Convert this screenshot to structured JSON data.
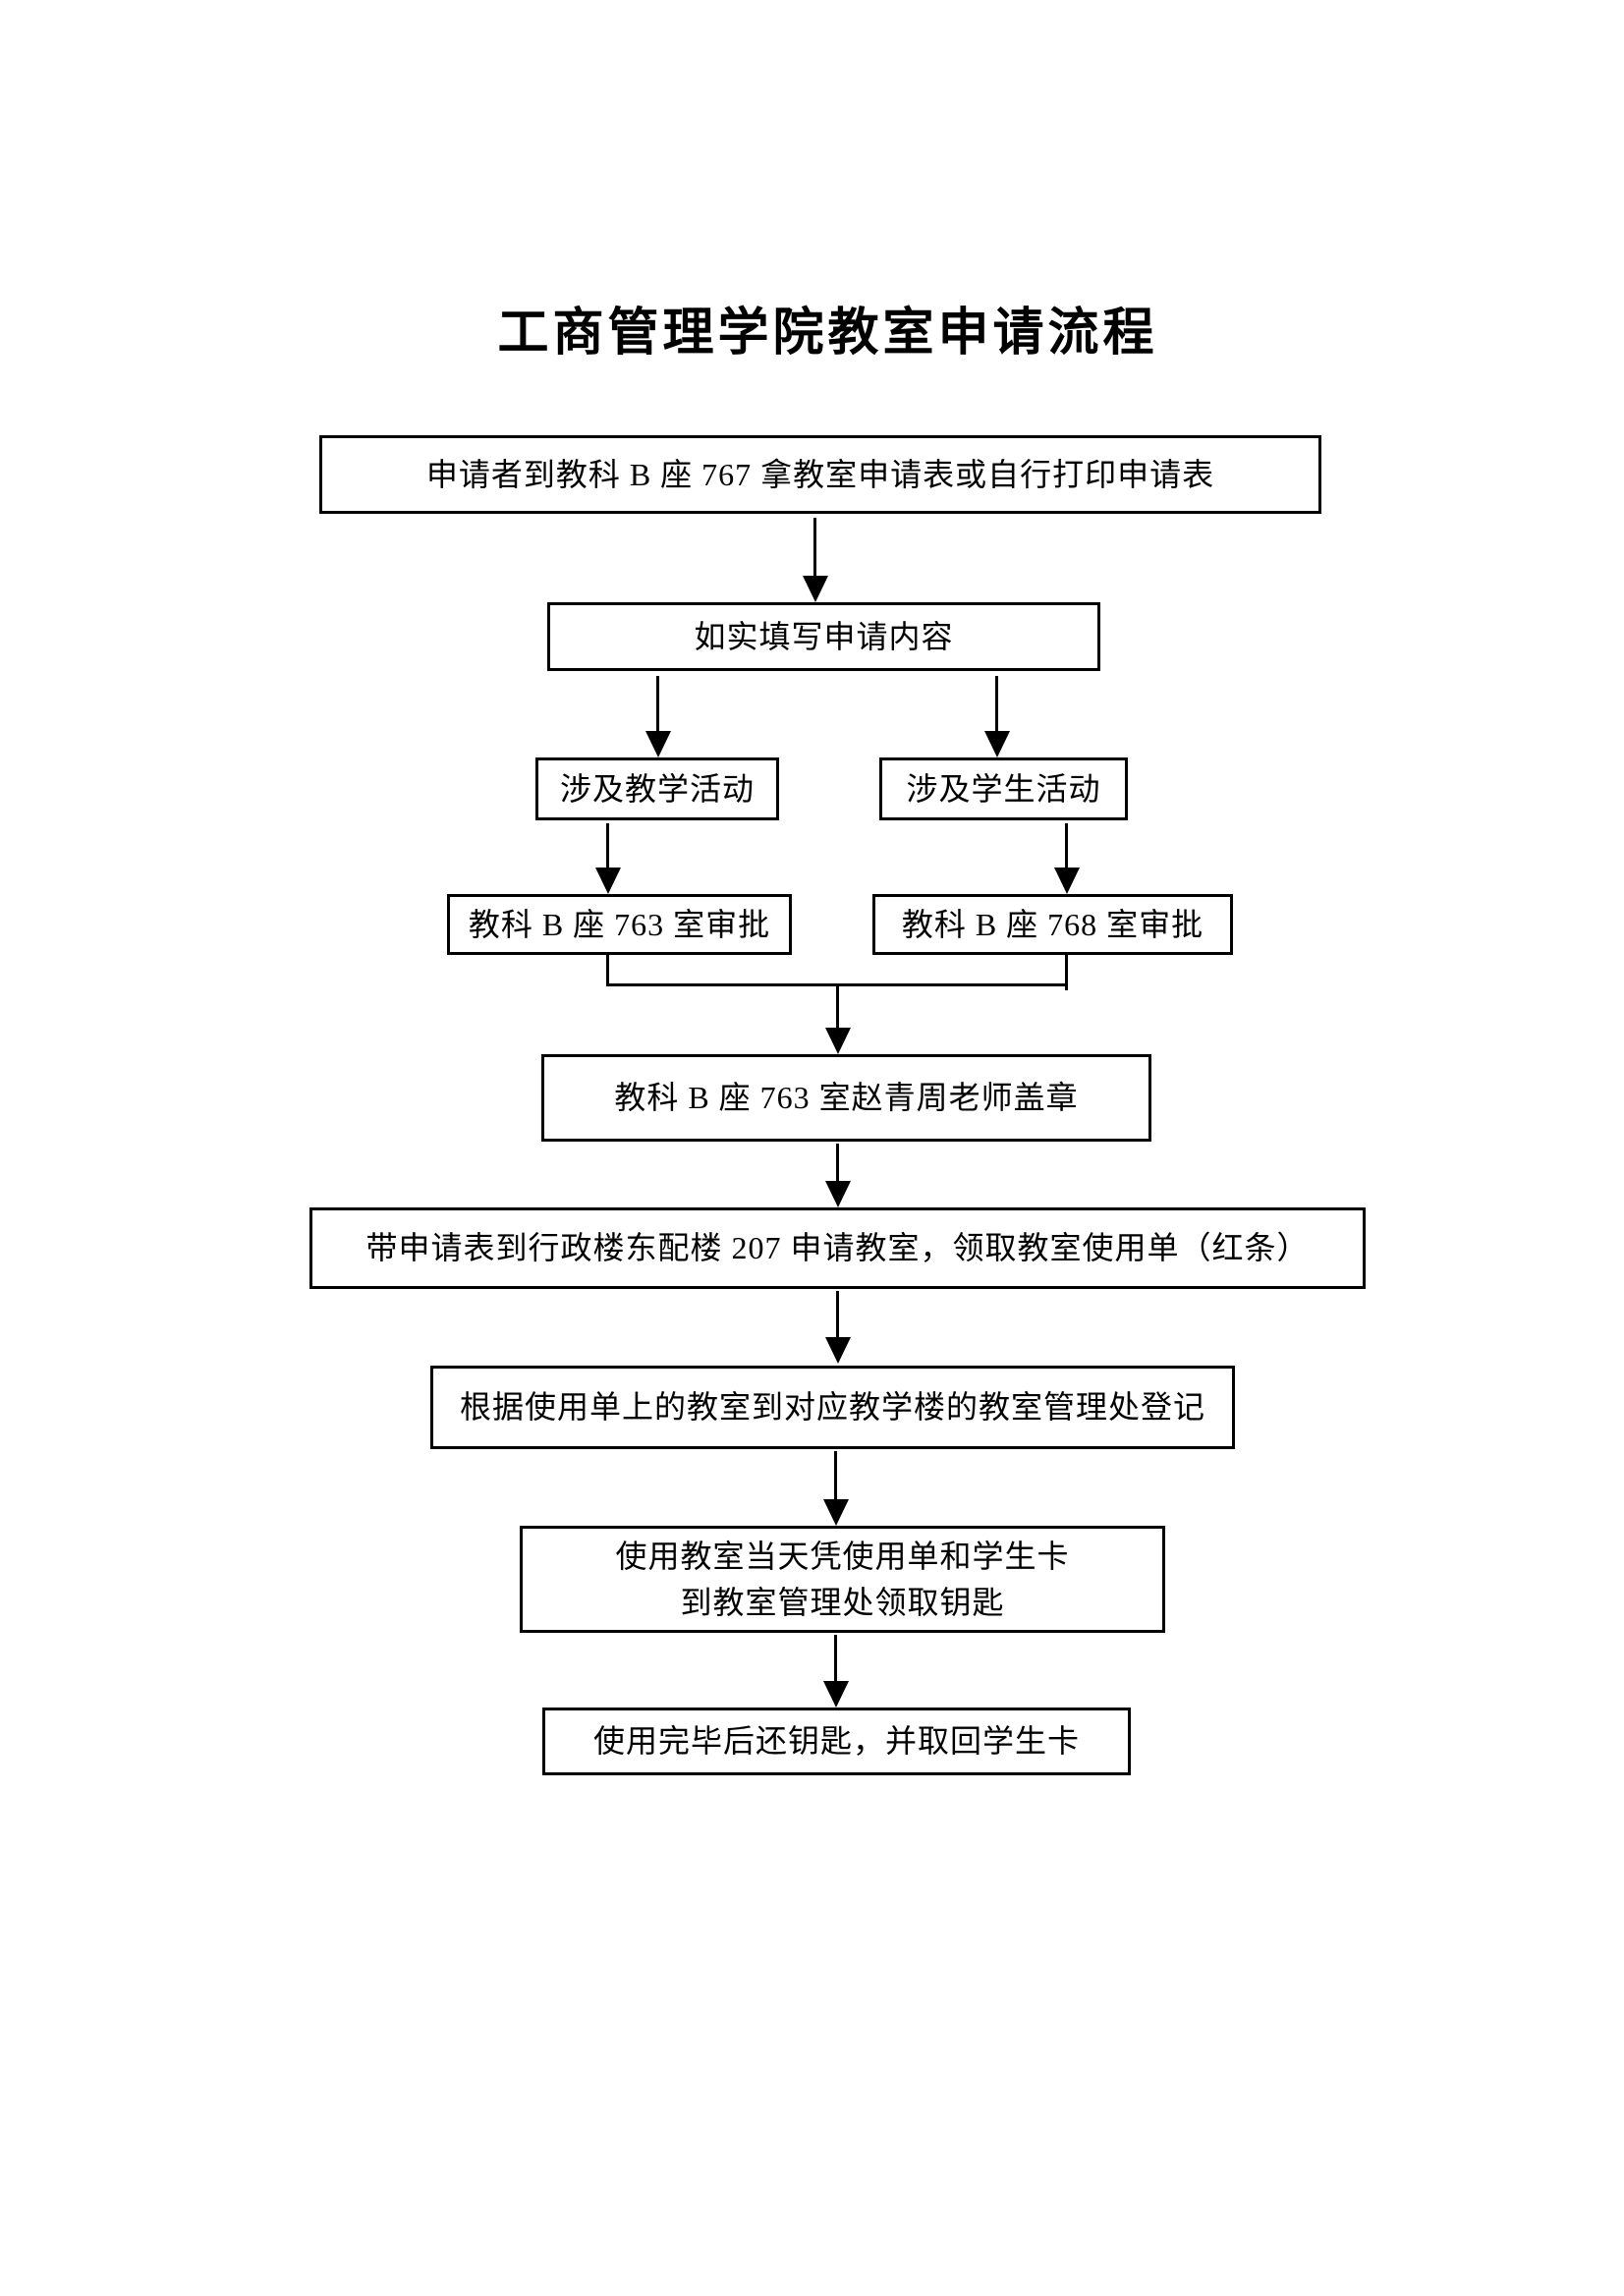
{
  "flowchart": {
    "title": "工商管理学院教室申请流程",
    "nodes": {
      "start": "申请者到教科 B 座 767 拿教室申请表或自行打印申请表",
      "fill": "如实填写申请内容",
      "branch_teaching": "涉及教学活动",
      "branch_student": "涉及学生活动",
      "approve_763": "教科 B 座 763 室审批",
      "approve_768": "教科 B 座 768 室审批",
      "stamp": "教科 B 座 763 室赵青周老师盖章",
      "get_slip": "带申请表到行政楼东配楼 207 申请教室，领取教室使用单（红条）",
      "register": "根据使用单上的教室到对应教学楼的教室管理处登记",
      "use_key_line1": "使用教室当天凭使用单和学生卡",
      "use_key_line2": "到教室管理处领取钥匙",
      "return_key": "使用完毕后还钥匙，并取回学生卡"
    },
    "colors": {
      "ink": "#000000",
      "paper": "#ffffff"
    }
  }
}
